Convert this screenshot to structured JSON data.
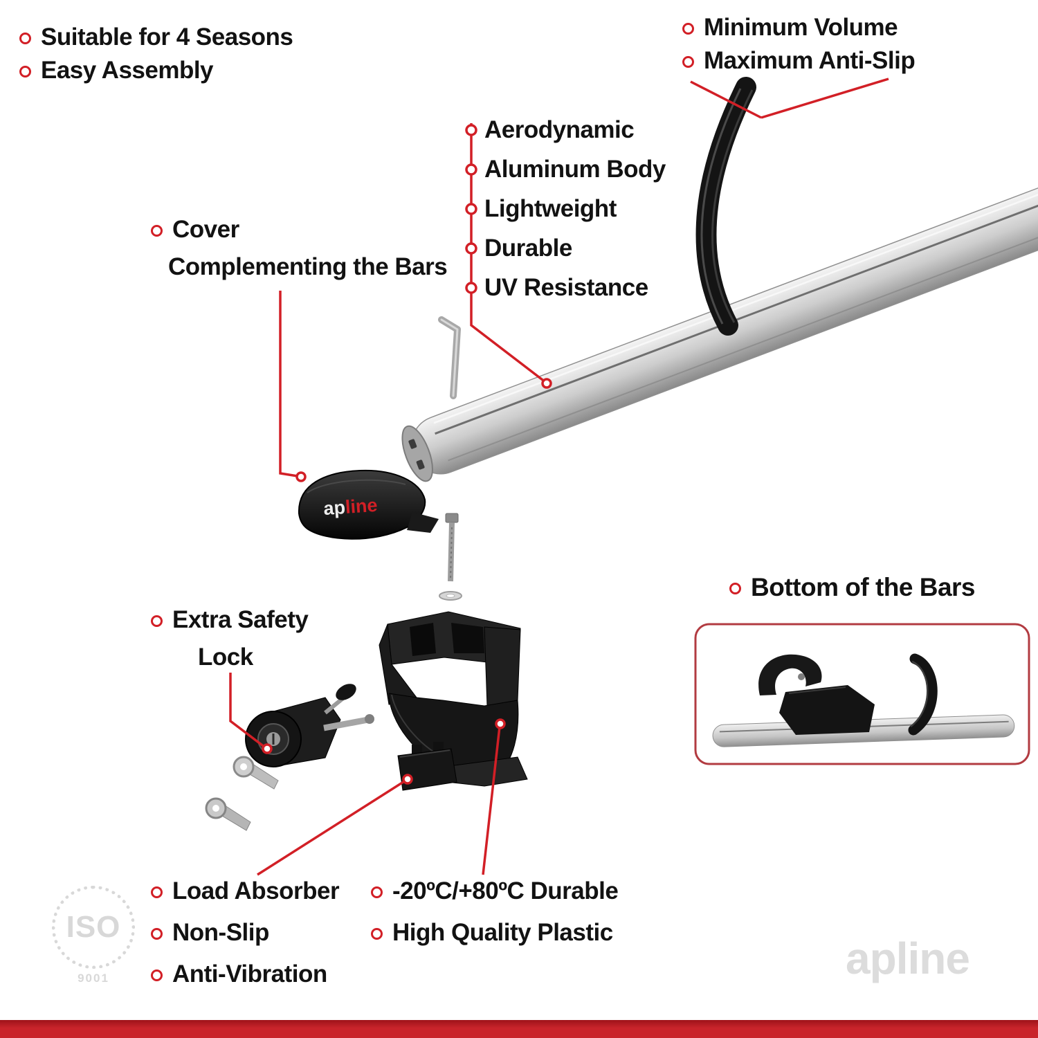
{
  "page": {
    "bg": "#ffffff",
    "accent": "#d21f26"
  },
  "labels": {
    "top_left": {
      "items": [
        "Suitable for 4 Seasons",
        "Easy Assembly"
      ]
    },
    "top_right": {
      "items": [
        "Minimum Volume",
        "Maximum Anti-Slip"
      ]
    },
    "bar_features": {
      "items": [
        "Aerodynamic",
        "Aluminum Body",
        "Lightweight",
        "Durable",
        "UV Resistance"
      ]
    },
    "cover_label": {
      "line1": "Cover",
      "line2": "Complementing the Bars"
    },
    "lock_label": {
      "line1": "Extra Safety",
      "line2": "Lock"
    },
    "bottom_left": {
      "items": [
        "Load Absorber",
        "Non-Slip",
        "Anti-Vibration"
      ]
    },
    "bottom_center": {
      "items": [
        "-20ºC/+80ºC Durable",
        "High Quality Plastic"
      ]
    },
    "inset_title": "Bottom of the Bars"
  },
  "brand": {
    "logo_ap": "ap",
    "logo_line": "line",
    "watermark_text": "apline",
    "iso_text": "ISO",
    "iso_number": "9001"
  }
}
